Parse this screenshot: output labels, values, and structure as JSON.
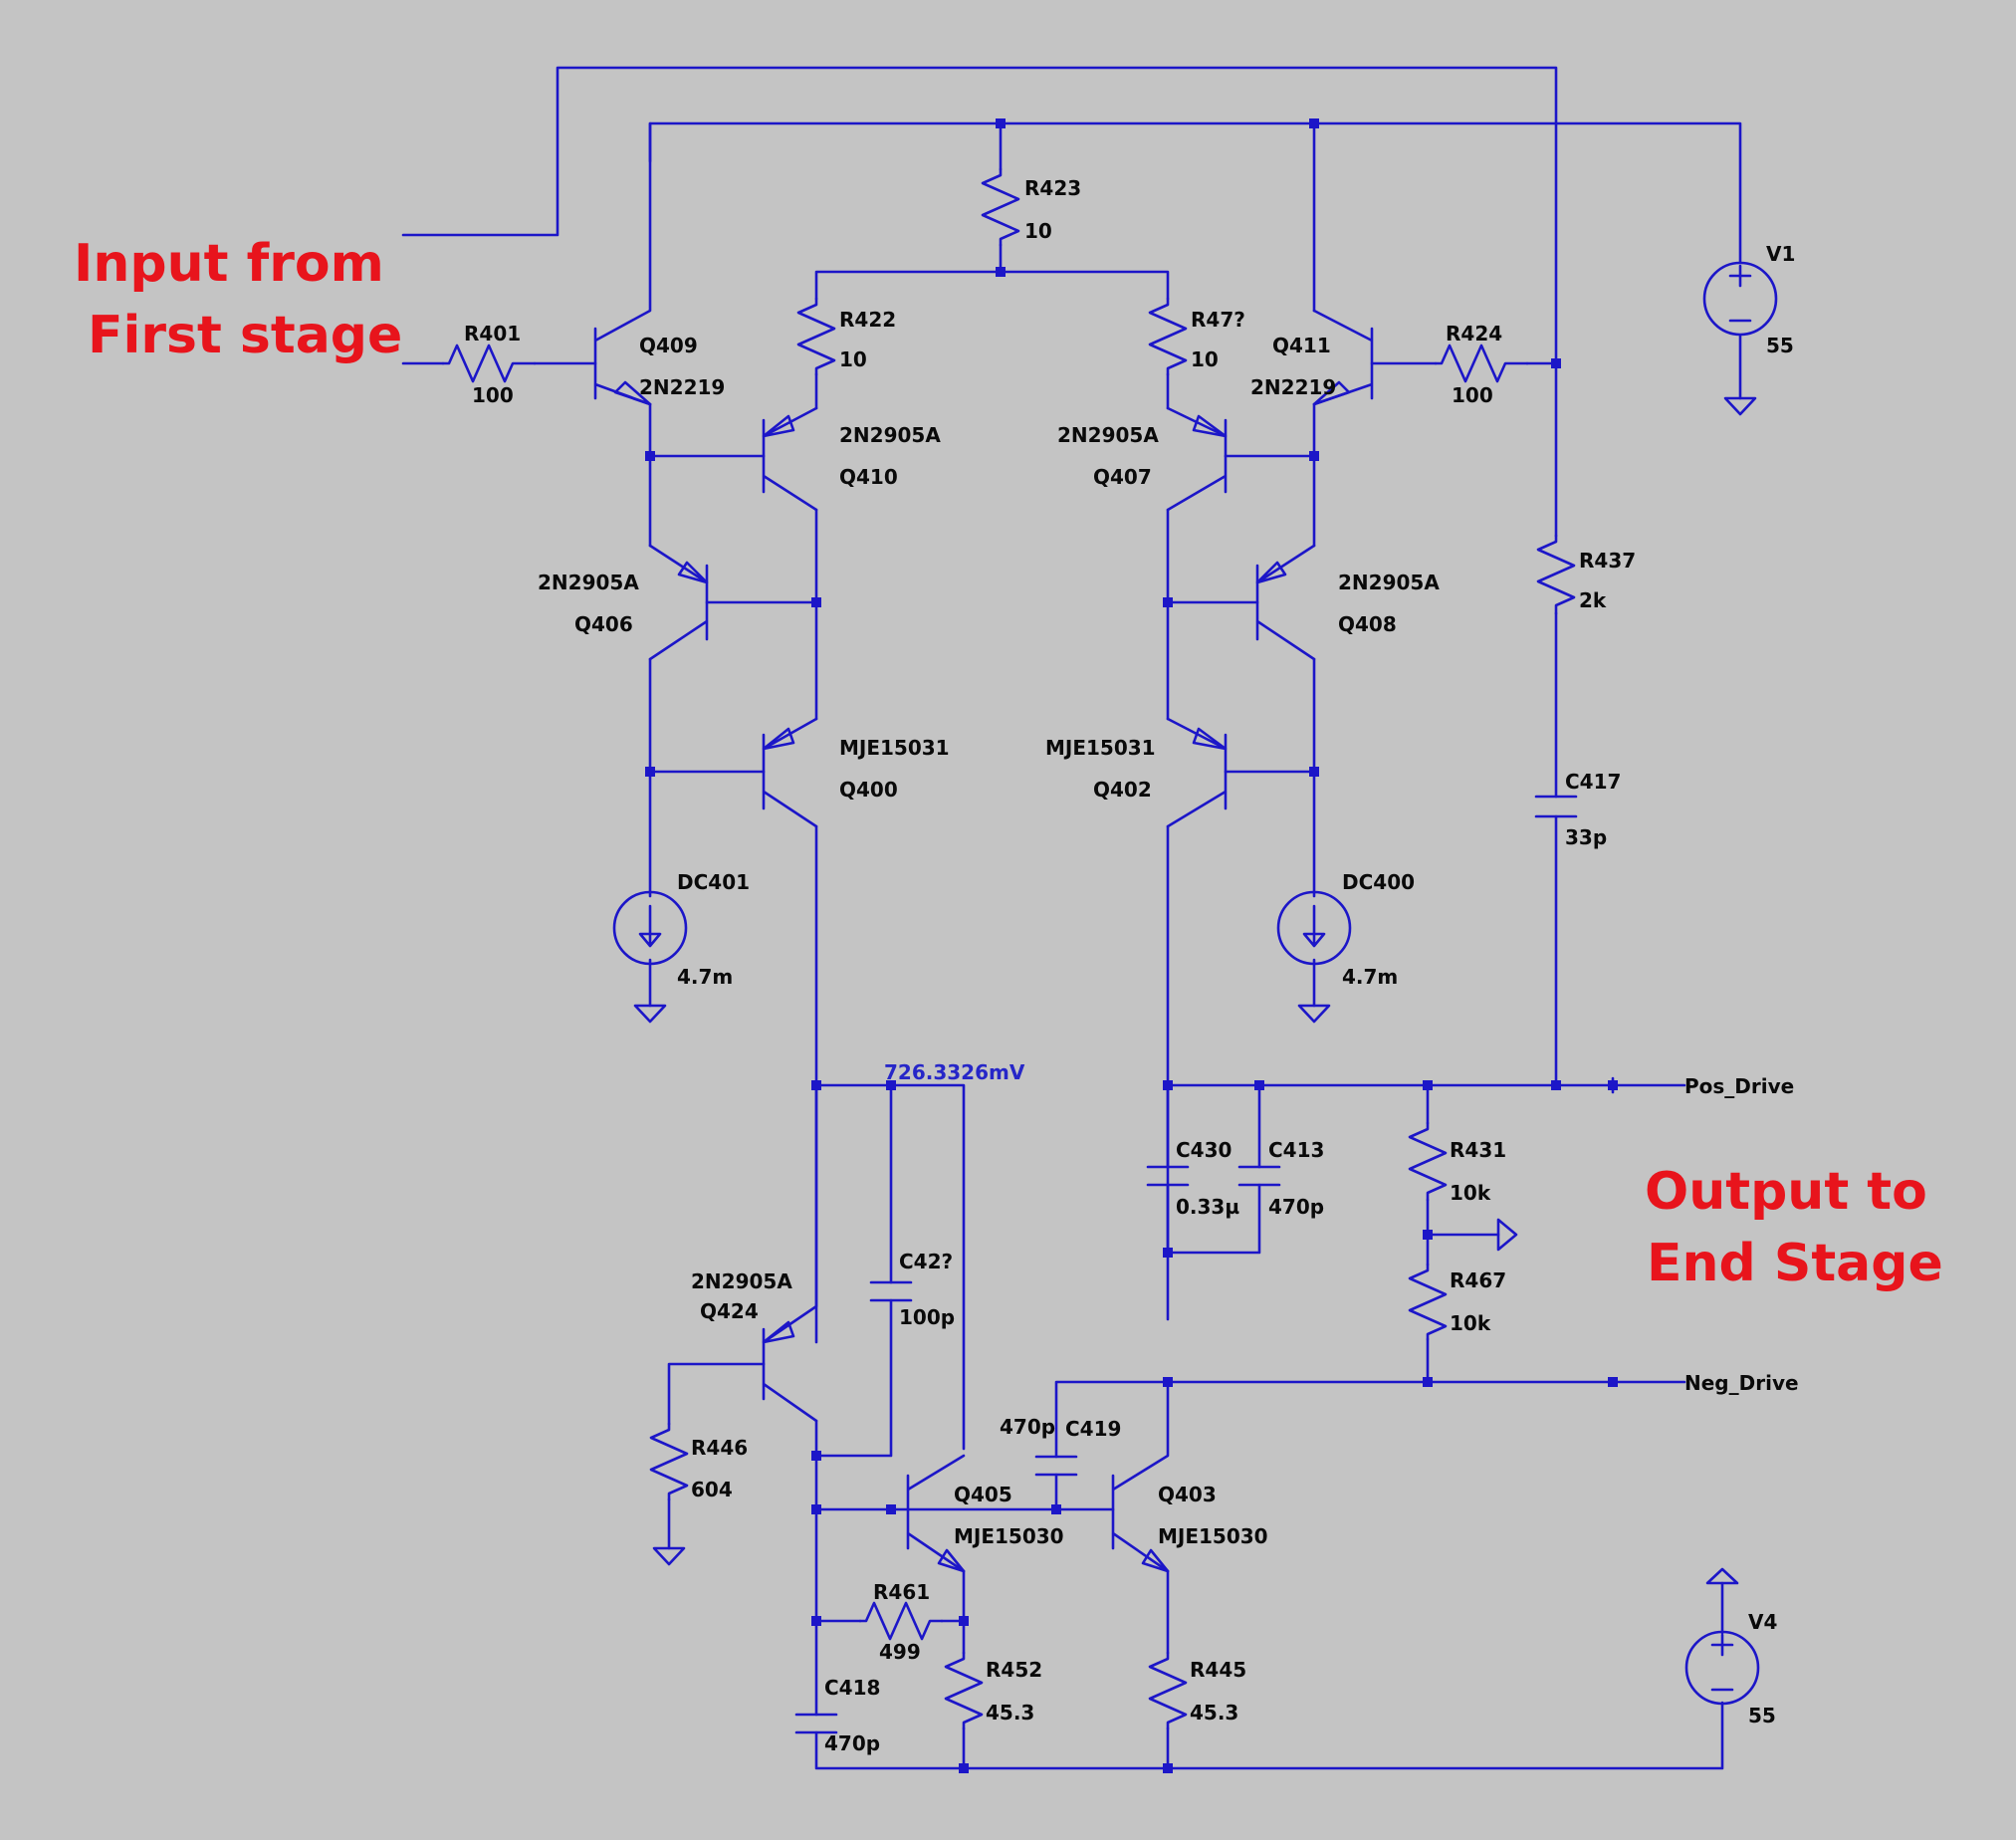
{
  "annotations": {
    "input_line1": "Input from",
    "input_line2": "First stage",
    "output_line1": "Output to",
    "output_line2": "End Stage"
  },
  "measurement": "726.3326mV",
  "nets": {
    "pos": "Pos_Drive",
    "neg": "Neg_Drive"
  },
  "parts": {
    "R423": {
      "ref": "R423",
      "val": "10"
    },
    "R422": {
      "ref": "R422",
      "val": "10"
    },
    "R47x": {
      "ref": "R47?",
      "val": "10"
    },
    "R401": {
      "ref": "R401",
      "val": "100"
    },
    "R424": {
      "ref": "R424",
      "val": "100"
    },
    "R437": {
      "ref": "R437",
      "val": "2k"
    },
    "R431": {
      "ref": "R431",
      "val": "10k"
    },
    "R467": {
      "ref": "R467",
      "val": "10k"
    },
    "R446": {
      "ref": "R446",
      "val": "604"
    },
    "R461": {
      "ref": "R461",
      "val": "499"
    },
    "R452": {
      "ref": "R452",
      "val": "45.3"
    },
    "R445": {
      "ref": "R445",
      "val": "45.3"
    },
    "Q409": {
      "ref": "Q409",
      "val": "2N2219"
    },
    "Q411": {
      "ref": "Q411",
      "val": "2N2219"
    },
    "Q410": {
      "ref": "Q410",
      "val": "2N2905A"
    },
    "Q407": {
      "ref": "Q407",
      "val": "2N2905A"
    },
    "Q406": {
      "ref": "Q406",
      "val": "2N2905A"
    },
    "Q408": {
      "ref": "Q408",
      "val": "2N2905A"
    },
    "Q400": {
      "ref": "Q400",
      "val": "MJE15031"
    },
    "Q402": {
      "ref": "Q402",
      "val": "MJE15031"
    },
    "Q424": {
      "ref": "Q424",
      "val": "2N2905A"
    },
    "Q405": {
      "ref": "Q405",
      "val": "MJE15030"
    },
    "Q403": {
      "ref": "Q403",
      "val": "MJE15030"
    },
    "DC401": {
      "ref": "DC401",
      "val": "4.7m"
    },
    "DC400": {
      "ref": "DC400",
      "val": "4.7m"
    },
    "V1": {
      "ref": "V1",
      "val": "55"
    },
    "V4": {
      "ref": "V4",
      "val": "55"
    },
    "C417": {
      "ref": "C417",
      "val": "33p"
    },
    "C430": {
      "ref": "C430",
      "val": "0.33µ"
    },
    "C413": {
      "ref": "C413",
      "val": "470p"
    },
    "C42x": {
      "ref": "C42?",
      "val": "100p"
    },
    "C419": {
      "ref": "C419",
      "val": "470p"
    },
    "C418": {
      "ref": "C418",
      "val": "470p"
    }
  },
  "colors": {
    "background": "#c4c4c4",
    "wire": "#1c16c8",
    "annotation": "#e8141c",
    "text": "#0a0a0a"
  }
}
